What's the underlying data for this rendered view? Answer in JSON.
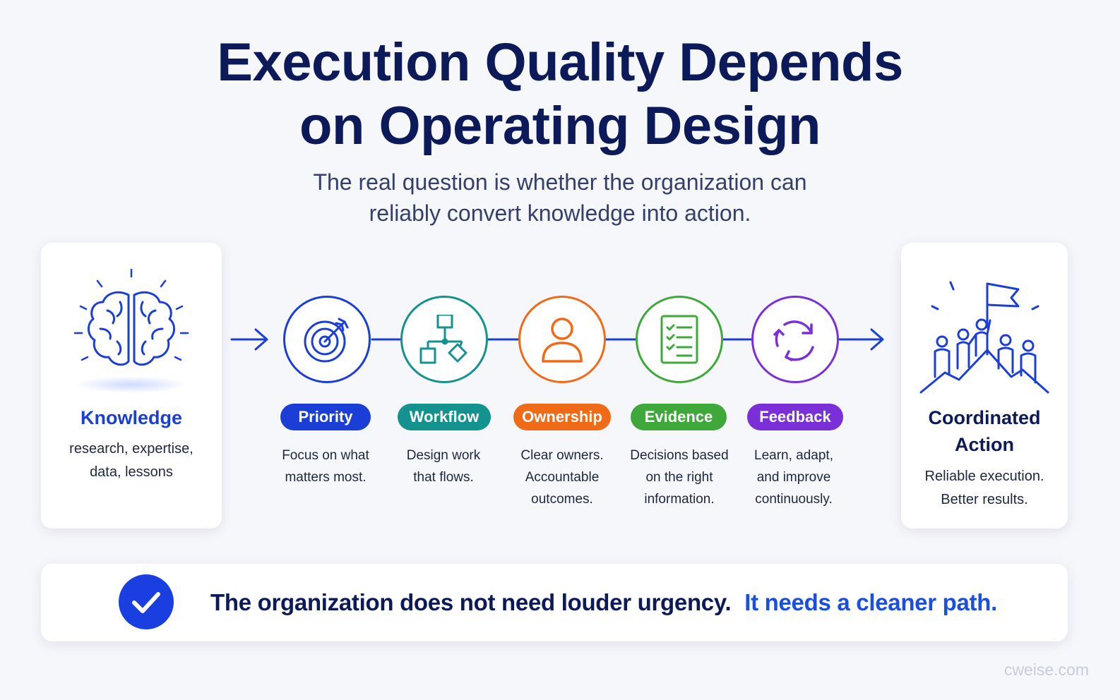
{
  "title": {
    "line1": "Execution Quality Depends",
    "line2": "on Operating Design"
  },
  "subtitle": {
    "line1": "The real question is whether the organization can",
    "line2": "reliably convert knowledge into action."
  },
  "knowledge": {
    "title": "Knowledge",
    "line1": "research, expertise,",
    "line2": "data, lessons",
    "icon": "brain-icon"
  },
  "steps": [
    {
      "label": "Priority",
      "line1": "Focus on what",
      "line2": "matters most.",
      "line3": "",
      "color": "#1b3fd6",
      "icon": "target-icon"
    },
    {
      "label": "Workflow",
      "line1": "Design work",
      "line2": "that flows.",
      "line3": "",
      "color": "#14928f",
      "icon": "flowchart-icon"
    },
    {
      "label": "Ownership",
      "line1": "Clear owners.",
      "line2": "Accountable",
      "line3": "outcomes.",
      "color": "#f06a17",
      "icon": "person-icon"
    },
    {
      "label": "Evidence",
      "line1": "Decisions based",
      "line2": "on the right",
      "line3": "information.",
      "color": "#3ea83a",
      "icon": "checklist-icon"
    },
    {
      "label": "Feedback",
      "line1": "Learn, adapt,",
      "line2": "and improve",
      "line3": "continuously.",
      "color": "#7a2fd8",
      "icon": "cycle-icon"
    }
  ],
  "action": {
    "title_line1": "Coordinated",
    "title_line2": "Action",
    "line1": "Reliable execution.",
    "line2": "Better results.",
    "icon": "team-flag-icon"
  },
  "banner": {
    "dark_text": "The organization does not need louder urgency.",
    "blue_text": "It needs a cleaner path.",
    "icon": "check-icon"
  },
  "watermark": "cweise.com",
  "colors": {
    "navy": "#0c1a5a",
    "accent_blue": "#1a4fe0",
    "flow_line": "#1b3fd6"
  }
}
